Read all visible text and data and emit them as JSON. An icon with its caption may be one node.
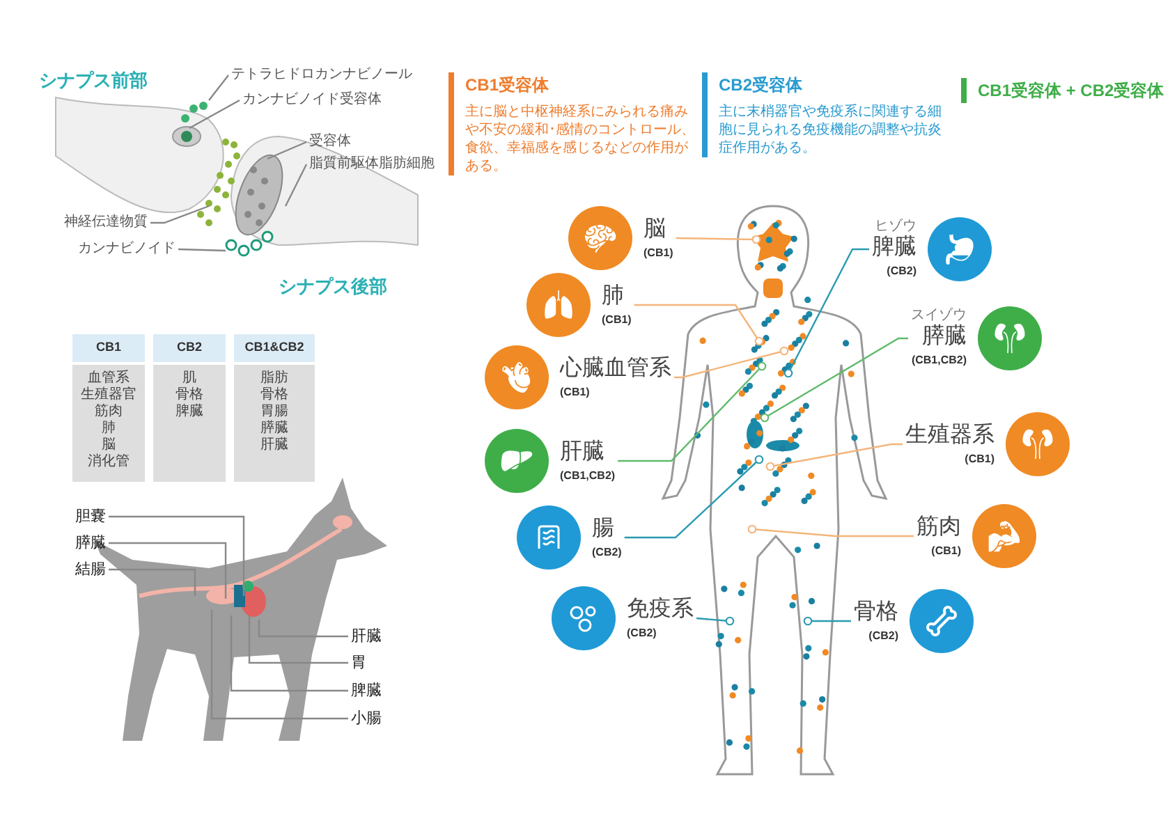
{
  "diagram": {
    "nodes": [
      {
        "text": [
          "テトラヒドロカンナビノール"
        ]
      },
      {
        "text": [
          "カンナビノイド受容体"
        ]
      },
      {
        "text": [
          "受容体"
        ]
      },
      {
        "text": [
          "脂質前駆体脂肪細胞"
        ]
      },
      {
        "text": [
          "神経伝達物質"
        ]
      },
      {
        "text": [
          "カンナビノイド"
        ]
      },
      {
        "text": [
          "CB1",
          "血管系",
          "生殖器官",
          "筋肉",
          "肺",
          "脳",
          "消化管"
        ]
      },
      {
        "text": [
          "CB2",
          "肌",
          "骨格",
          "脾臓"
        ]
      },
      {
        "text": [
          "CB1&CB2",
          "脂肪",
          "骨格",
          "胃腸",
          "膵臓",
          "肝臓"
        ]
      },
      {
        "text": [
          "胆嚢"
        ]
      },
      {
        "text": [
          "膵臓"
        ]
      },
      {
        "text": [
          "結腸"
        ]
      },
      {
        "text": [
          "肝臓"
        ]
      },
      {
        "text": [
          "胃"
        ]
      },
      {
        "text": [
          "脾臓"
        ]
      },
      {
        "text": [
          "小腸"
        ]
      },
      {
        "text": [
          "CB1受容体",
          "主に脳と中枢神経系にみられる痛みや不安の緩和･感情のコントロール、食欲、幸福感を感じるなどの作用がある。"
        ]
      },
      {
        "text": [
          "CB2受容体",
          "主に末梢器官や免疫系に関連する細胞に見られる免疫機能の調整や抗炎症作用がある。"
        ]
      },
      {
        "text": [
          "CB1受容体 + CB2受容体"
        ]
      },
      {
        "text": [
          "脳",
          "(CB1)"
        ]
      },
      {
        "text": [
          "ヒゾウ",
          "脾臓",
          "(CB2)"
        ]
      },
      {
        "text": [
          "肺",
          "(CB1)"
        ]
      },
      {
        "text": [
          "スイゾウ",
          "膵臓",
          "(CB1,CB2)"
        ]
      },
      {
        "text": [
          "心臓血管系",
          "(CB1)"
        ]
      },
      {
        "text": [
          "生殖器系",
          "(CB1)"
        ]
      },
      {
        "text": [
          "肝臓",
          "(CB1,CB2)"
        ]
      },
      {
        "text": [
          "筋肉",
          "(CB1)"
        ]
      },
      {
        "text": [
          "腸",
          "(CB2)"
        ]
      },
      {
        "text": [
          "骨格",
          "(CB2)"
        ]
      },
      {
        "text": [
          "免疫系",
          "(CB2)"
        ]
      }
    ],
    "edges": [
      {
        "from": 0,
        "to": null,
        "arrow": "none"
      },
      {
        "from": 1,
        "to": null,
        "arrow": "none"
      },
      {
        "from": 2,
        "to": null,
        "arrow": "none"
      },
      {
        "from": 3,
        "to": null,
        "arrow": "none"
      },
      {
        "from": 4,
        "to": null,
        "arrow": "none"
      },
      {
        "from": 5,
        "to": null,
        "arrow": "none"
      },
      {
        "from": 9,
        "to": null,
        "arrow": "none"
      },
      {
        "from": 10,
        "to": null,
        "arrow": "none"
      },
      {
        "from": 11,
        "to": null,
        "arrow": "none"
      },
      {
        "from": 12,
        "to": null,
        "arrow": "none"
      },
      {
        "from": 13,
        "to": null,
        "arrow": "none"
      },
      {
        "from": 14,
        "to": null,
        "arrow": "none"
      },
      {
        "from": 15,
        "to": null,
        "arrow": "none"
      },
      {
        "from": 19,
        "to": null,
        "arrow": "other",
        "color": "#f3b57a"
      },
      {
        "from": 21,
        "to": null,
        "arrow": "other",
        "color": "#f3b57a"
      },
      {
        "from": 23,
        "to": null,
        "arrow": "other",
        "color": "#f3b57a"
      },
      {
        "from": 25,
        "to": null,
        "arrow": "other",
        "color": "#5fba6b"
      },
      {
        "from": 27,
        "to": null,
        "arrow": "other",
        "color": "#2a9bb0"
      },
      {
        "from": 29,
        "to": null,
        "arrow": "other",
        "color": "#2a9bb0"
      },
      {
        "from": 20,
        "to": null,
        "arrow": "other",
        "color": "#2a9bb0"
      },
      {
        "from": 22,
        "to": null,
        "arrow": "other",
        "color": "#5fba6b"
      },
      {
        "from": 24,
        "to": null,
        "arrow": "other",
        "color": "#f3b57a"
      },
      {
        "from": 26,
        "to": null,
        "arrow": "other",
        "color": "#f3b57a"
      },
      {
        "from": 28,
        "to": null,
        "arrow": "other",
        "color": "#2a9bb0"
      }
    ],
    "labels": [
      "シナプス前部",
      "シナプス後部"
    ]
  }
}
